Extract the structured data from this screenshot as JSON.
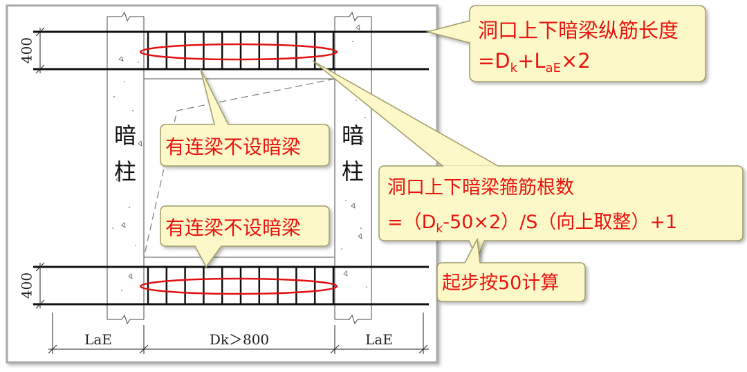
{
  "drawing": {
    "dim_top_beam": "400",
    "dim_bottom_beam": "400",
    "dim_left": "LaE",
    "dim_mid": "Dk＞800",
    "dim_right": "LaE",
    "left_column_char1": "暗",
    "left_column_char2": "柱",
    "right_column_char1": "暗",
    "right_column_char2": "柱"
  },
  "callouts": {
    "longitudinal_title": "洞口上下暗梁纵筋长度",
    "longitudinal_formula_prefix": "=D",
    "longitudinal_formula_sub1": "k",
    "longitudinal_formula_mid": "+L",
    "longitudinal_formula_sub2": "aE",
    "longitudinal_formula_suffix": "×2",
    "coupling_top": "有连梁不设暗梁",
    "coupling_bottom": "有连梁不设暗梁",
    "stirrup_title": "洞口上下暗梁箍筋根数",
    "stirrup_formula_prefix": "=（D",
    "stirrup_formula_sub": "k",
    "stirrup_formula_suffix": "-50×2）/S（向上取整）+1",
    "start_note": "起步按50计算"
  },
  "colors": {
    "callout_fill": "#fdf8c8",
    "callout_stroke": "#a09a6a",
    "callout_text": "#e8130f",
    "ellipse_stroke": "#e01010"
  }
}
